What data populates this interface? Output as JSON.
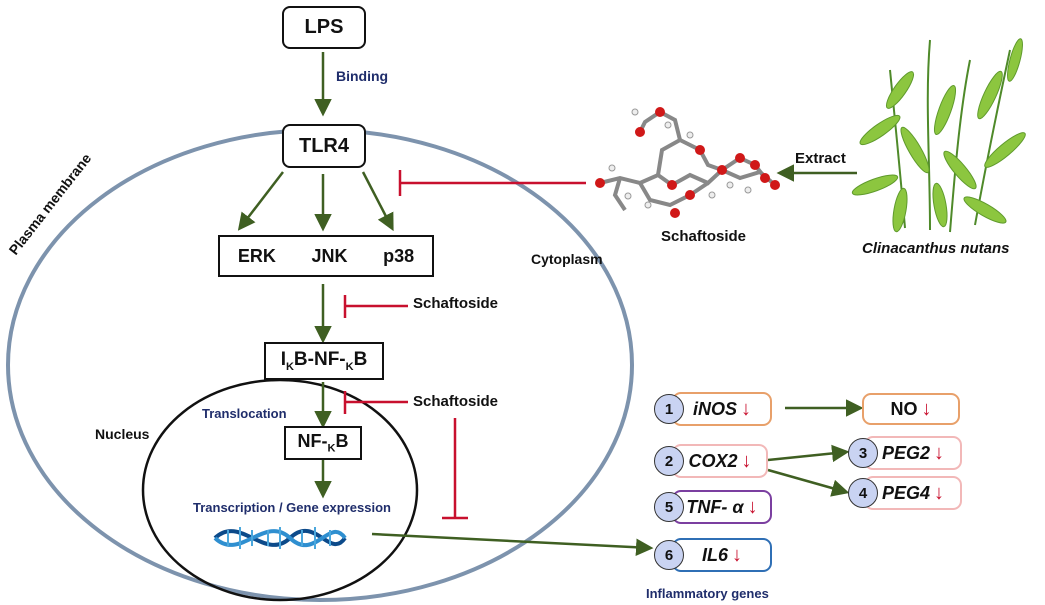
{
  "nodes": {
    "lps": "LPS",
    "tlr4": "TLR4",
    "erk": "ERK",
    "jnk": "JNK",
    "p38": "p38",
    "ikb_main": "I",
    "ikb_sub1": "K",
    "ikb_mid": "B-NF-",
    "ikb_sub2": "K",
    "ikb_end": "B",
    "nfkb_main": "NF-",
    "nfkb_sub": "K",
    "nfkb_end": "B"
  },
  "labels": {
    "binding": "Binding",
    "plasma_membrane": "Plasma membrane",
    "cytoplasm": "Cytoplasm",
    "nucleus": "Nucleus",
    "translocation": "Translocation",
    "transcription": "Transcription / Gene expression",
    "extract": "Extract",
    "schaftoside_molecule": "Schaftoside",
    "schaftoside_inhibit_1": "Schaftoside",
    "schaftoside_inhibit_2": "Schaftoside",
    "plant_name": "Clinacanthus nutans",
    "inflammatory_genes": "Inflammatory genes"
  },
  "genes": [
    {
      "num": "1",
      "name": "iNOS",
      "border": "#e8a06a"
    },
    {
      "num": "2",
      "name": "COX2",
      "border": "#f2b8b8"
    },
    {
      "num": "5",
      "name": "TNF- α",
      "border": "#7b3fa0"
    },
    {
      "num": "6",
      "name": "IL6",
      "border": "#2f6fb5"
    }
  ],
  "products": [
    {
      "num": "",
      "name": "NO",
      "border": "#e8a06a"
    },
    {
      "num": "3",
      "name": "PEG2",
      "border": "#f2b8b8"
    },
    {
      "num": "4",
      "name": "PEG4",
      "border": "#f2b8b8"
    }
  ],
  "indicators": {
    "down_arrow": "↓"
  },
  "colors": {
    "activation_arrow": "#3f5f22",
    "inhibition": "#c8102e",
    "membrane": "#7d93ad",
    "text_navy": "#1f2d6b"
  }
}
